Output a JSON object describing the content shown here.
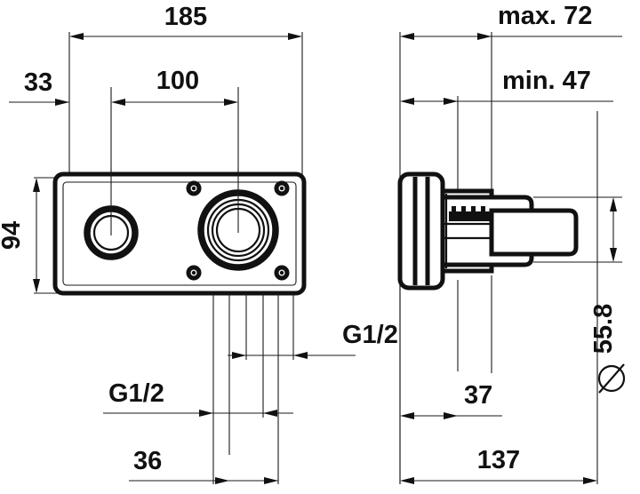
{
  "drawing": {
    "title": "Technical dimension drawing - concealed valve body, front and side view",
    "units": "mm",
    "line_color": "#111111",
    "background_color": "#ffffff"
  },
  "front_view": {
    "name": "front-view",
    "dimensions": {
      "overall_width": "185",
      "left_offset": "33",
      "center_spacing": "100",
      "overall_height": "94",
      "bottom_offset": "36",
      "thread_left": "G1/2",
      "thread_right": "G1/2"
    }
  },
  "side_view": {
    "name": "side-view",
    "dimensions": {
      "max_depth": "max. 72",
      "min_depth": "min. 47",
      "flange_depth": "37",
      "overall_depth": "137",
      "diameter": "55.8",
      "diameter_symbol": "Ø"
    }
  },
  "labels": {
    "d185": "185",
    "d33": "33",
    "d100": "100",
    "d94": "94",
    "d36": "36",
    "g12_lower": "G1/2",
    "g12_upper": "G1/2",
    "max72": "max. 72",
    "min47": "min. 47",
    "d37": "37",
    "d137": "137",
    "d558": "55.8"
  }
}
